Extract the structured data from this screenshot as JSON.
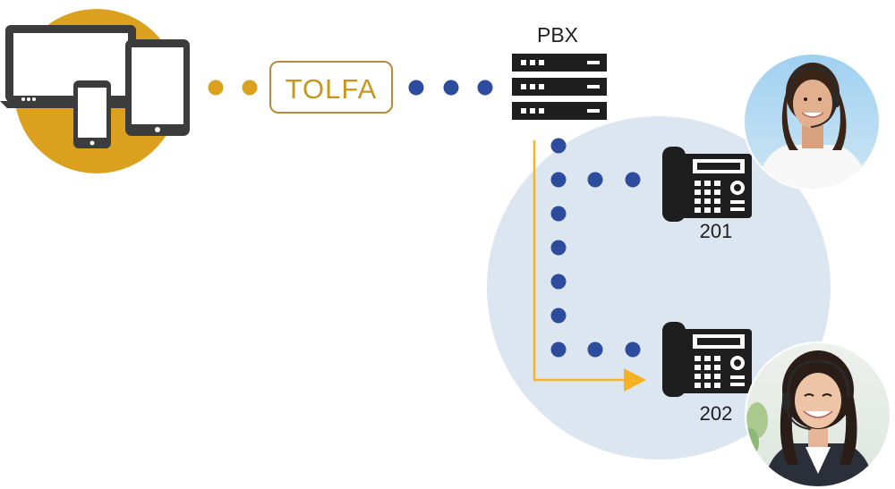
{
  "colors": {
    "gold": "#DBA11E",
    "gold_text": "#C8961E",
    "tolfa_border": "#B88A3A",
    "arrow": "#F5B324",
    "blue_dot": "#2E4C9E",
    "zone_bg": "#DCE6F1",
    "device_dark": "#3C3C3C",
    "avatar_bg_top": "#A9D4F0",
    "avatar_bg_bottom": "#E8EEF0"
  },
  "labels": {
    "tolfa": "TOLFA",
    "pbx": "PBX",
    "ext1": "201",
    "ext2": "202"
  },
  "icons": {
    "devices": "laptop-tablet-phone-icon",
    "server": "server-rack-icon",
    "desk_phone": "desk-phone-icon",
    "operator_1": "operator-avatar-icon",
    "operator_2": "operator-avatar-icon"
  }
}
